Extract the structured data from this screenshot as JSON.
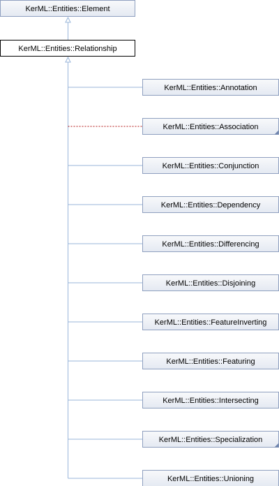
{
  "diagram": {
    "top": {
      "label": "KerML::Entities::Element"
    },
    "current": {
      "label": "KerML::Entities::Relationship"
    },
    "children": [
      {
        "label": "KerML::Entities::Annotation",
        "name": "annotation",
        "link": "solid",
        "more": false
      },
      {
        "label": "KerML::Entities::Association",
        "name": "association",
        "link": "dashed",
        "more": true
      },
      {
        "label": "KerML::Entities::Conjunction",
        "name": "conjunction",
        "link": "solid",
        "more": false
      },
      {
        "label": "KerML::Entities::Dependency",
        "name": "dependency",
        "link": "solid",
        "more": false
      },
      {
        "label": "KerML::Entities::Differencing",
        "name": "differencing",
        "link": "solid",
        "more": false
      },
      {
        "label": "KerML::Entities::Disjoining",
        "name": "disjoining",
        "link": "solid",
        "more": false
      },
      {
        "label": "KerML::Entities::FeatureInverting",
        "name": "feature-inverting",
        "link": "solid",
        "more": false
      },
      {
        "label": "KerML::Entities::Featuring",
        "name": "featuring",
        "link": "solid",
        "more": false
      },
      {
        "label": "KerML::Entities::Intersecting",
        "name": "intersecting",
        "link": "solid",
        "more": false
      },
      {
        "label": "KerML::Entities::Specialization",
        "name": "specialization",
        "link": "solid",
        "more": true
      },
      {
        "label": "KerML::Entities::Unioning",
        "name": "unioning",
        "link": "solid",
        "more": false
      }
    ],
    "colors": {
      "node_fill_top": "#f8f9fb",
      "node_fill_bottom": "#e4e9f2",
      "node_border": "#8e9fbf",
      "current_fill": "#ffffff",
      "current_border": "#000000",
      "edge_solid": "#98b5da",
      "edge_dashed": "#b01010",
      "more_marker": "#6f84ad",
      "text": "#000000"
    }
  }
}
